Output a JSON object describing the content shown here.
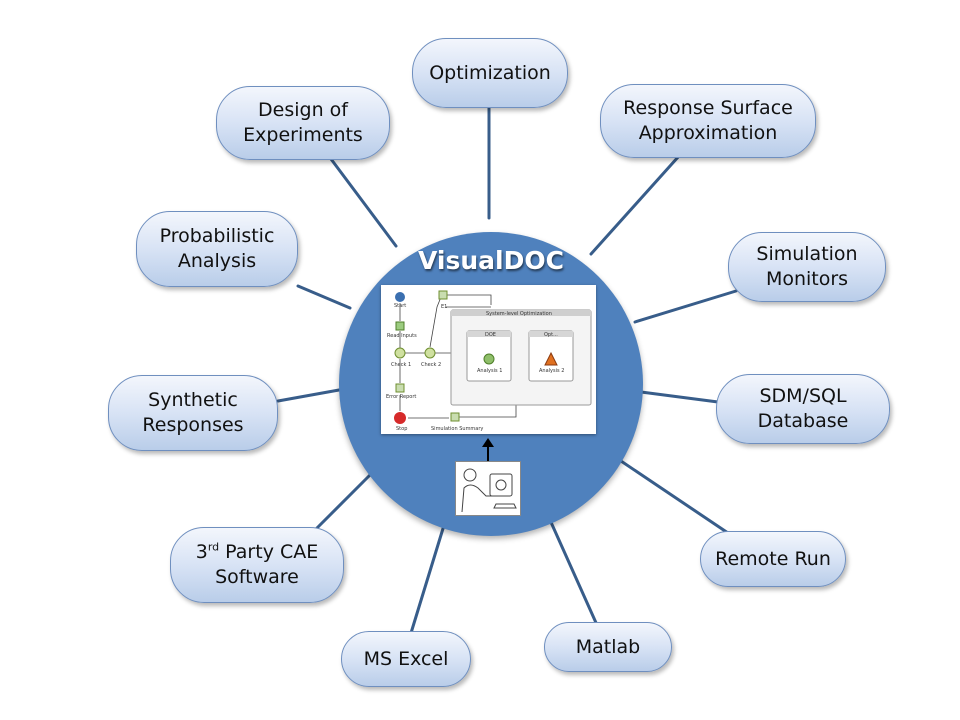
{
  "center": {
    "title": "VisualDOC"
  },
  "nodes": {
    "optimization": [
      "Optimization"
    ],
    "design_of_experiments": [
      "Design of",
      "Experiments"
    ],
    "response_surface": [
      "Response Surface",
      "Approximation"
    ],
    "probabilistic_analysis": [
      "Probabilistic",
      "Analysis"
    ],
    "simulation_monitors": [
      "Simulation",
      "Monitors"
    ],
    "synthetic_responses": [
      "Synthetic",
      "Responses"
    ],
    "sdm_sql": [
      "SDM/SQL",
      "Database"
    ],
    "third_party": {
      "prefix": "3",
      "sup": "rd",
      "rest": " Party CAE",
      "line2": "Software"
    },
    "remote_run": [
      "Remote Run"
    ],
    "ms_excel": [
      "MS Excel"
    ],
    "matlab": [
      "Matlab"
    ]
  },
  "workflow": {
    "start": "Start",
    "read_inputs": "Read Inputs",
    "check1": "Check 1",
    "check2": "Check 2",
    "e1": "E1",
    "error_report": "Error Report",
    "stop": "Stop",
    "simulation_summary": "Simulation Summary",
    "system_level": "System-level Optimization",
    "doe": "DOE",
    "opt": "Opt...",
    "analysis1": "Analysis 1",
    "analysis2": "Analysis 2"
  },
  "colors": {
    "hub": "#4f81bd",
    "connector": "#385d8a",
    "bubble_border": "#6f8fbf"
  }
}
